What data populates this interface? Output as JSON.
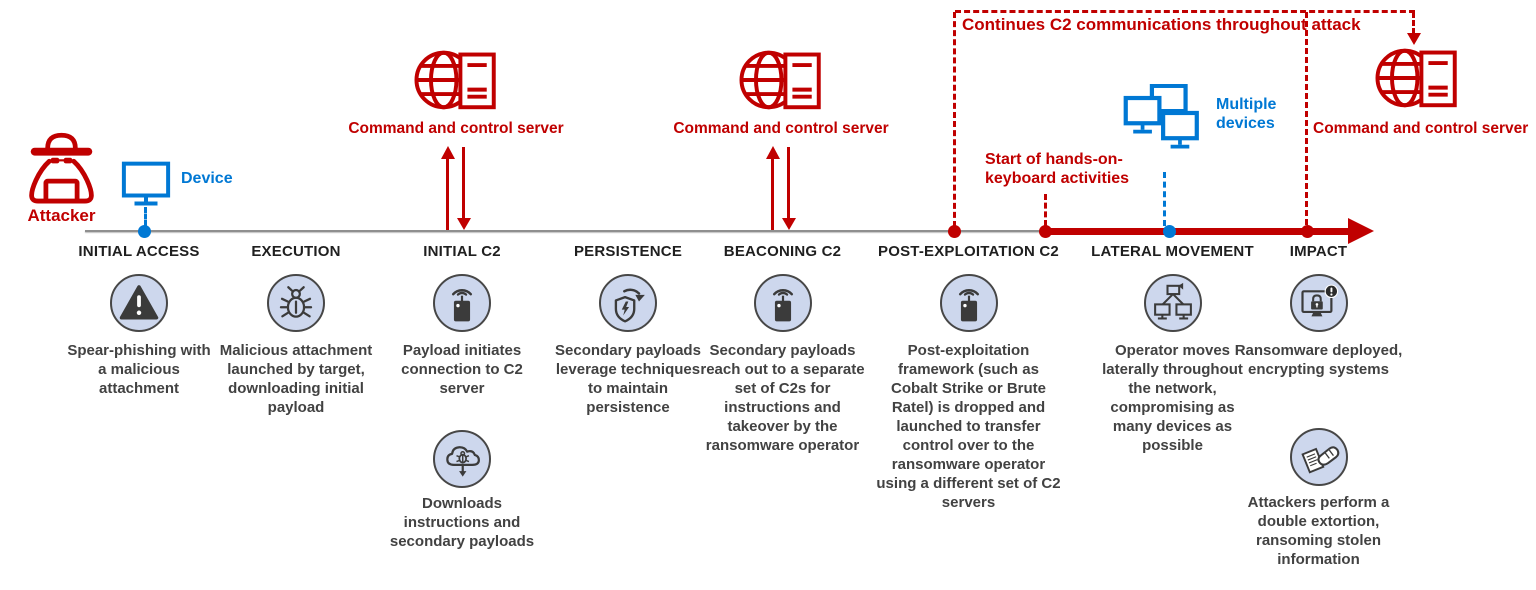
{
  "colors": {
    "red": "#C00000",
    "blue": "#0078D4",
    "circle_bg": "#CDD7ED",
    "icon_dark": "#3B3B3B",
    "timeline_gray": "#8F8F8F"
  },
  "annotations": {
    "attacker": "Attacker",
    "device": "Device",
    "c2_server": "Command and control server",
    "continues_c2": "Continues C2 communications throughout attack",
    "hands_on_keyboard": "Start of hands-on-keyboard activities",
    "multiple_devices": "Multiple devices"
  },
  "stages": [
    {
      "label": "INITIAL ACCESS",
      "desc": "Spear-phishing with a malicious attachment"
    },
    {
      "label": "EXECUTION",
      "desc": "Malicious attachment launched by target, downloading initial payload"
    },
    {
      "label": "INITIAL C2",
      "desc": "Payload initiates connection to C2 server",
      "desc2": "Downloads instructions and secondary payloads"
    },
    {
      "label": "PERSISTENCE",
      "desc": "Secondary payloads leverage techniques to maintain persistence"
    },
    {
      "label": "BEACONING C2",
      "desc": "Secondary payloads reach out to a separate set of C2s for instructions and takeover by the ransomware operator"
    },
    {
      "label": "POST-EXPLOITATION C2",
      "desc": "Post-exploitation framework (such as Cobalt Strike or Brute Ratel) is dropped and launched to transfer control over to the ransomware operator using a different set of C2 servers"
    },
    {
      "label": "LATERAL MOVEMENT",
      "desc": "Operator moves laterally throughout the network, compromising as many devices as possible"
    },
    {
      "label": "IMPACT",
      "desc": "Ransomware deployed, encrypting systems",
      "desc2": "Attackers perform a double extortion, ransoming stolen information"
    }
  ]
}
